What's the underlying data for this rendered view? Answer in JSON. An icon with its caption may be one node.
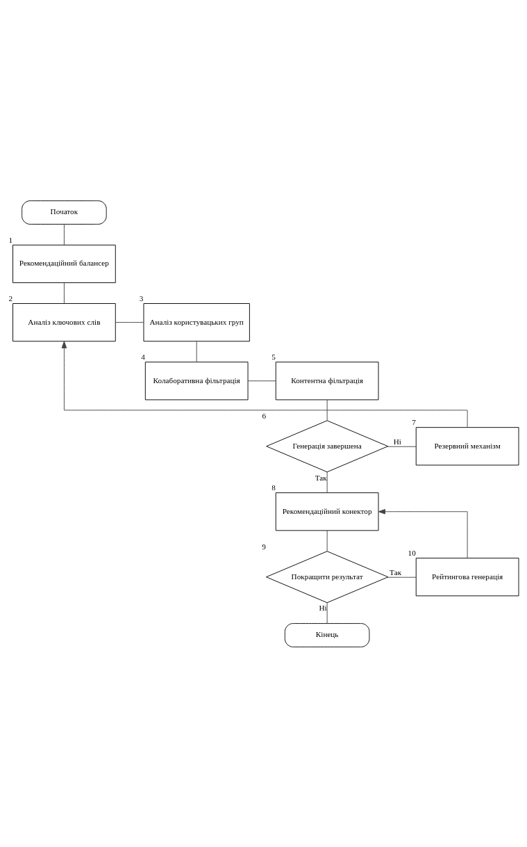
{
  "diagram": {
    "nodes": [
      {
        "text": [
          "Початок"
        ]
      },
      {
        "text": [
          "Рекомендаційний балансер"
        ],
        "beside": [
          "1"
        ]
      },
      {
        "text": [
          "Аналіз ключових слів"
        ],
        "beside": [
          "2"
        ]
      },
      {
        "text": [
          "Аналіз користувацьких груп"
        ],
        "beside": [
          "3"
        ]
      },
      {
        "text": [
          "Колаборативна фільтрація"
        ],
        "beside": [
          "4"
        ]
      },
      {
        "text": [
          "Контентна фільтрація"
        ],
        "beside": [
          "5"
        ]
      },
      {
        "text": [
          "Генерація завершена"
        ],
        "beside": [
          "6"
        ]
      },
      {
        "text": [
          "Резервний механізм"
        ],
        "beside": [
          "7"
        ]
      },
      {
        "text": [
          "Рекомендаційний конектор"
        ],
        "beside": [
          "8"
        ]
      },
      {
        "text": [
          "Покращити результат"
        ],
        "beside": [
          "9"
        ]
      },
      {
        "text": [
          "Рейтингова генерація"
        ],
        "beside": [
          "10"
        ]
      },
      {
        "text": [
          "Кінець"
        ]
      }
    ],
    "edges": [
      {
        "from": 0,
        "to": 1,
        "arrow": "none"
      },
      {
        "from": 1,
        "to": 2,
        "arrow": "none"
      },
      {
        "from": 2,
        "to": 3,
        "arrow": "none"
      },
      {
        "from": 3,
        "to": 4,
        "arrow": "none"
      },
      {
        "from": 4,
        "to": 5,
        "arrow": "none"
      },
      {
        "from": 5,
        "to": 6,
        "arrow": "none"
      },
      {
        "from": 6,
        "to": 7,
        "arrow": "none",
        "label": "Ні"
      },
      {
        "from": 7,
        "to": 2,
        "arrow": "to"
      },
      {
        "from": 6,
        "to": 8,
        "arrow": "none",
        "label": "Так"
      },
      {
        "from": 8,
        "to": 9,
        "arrow": "none"
      },
      {
        "from": 9,
        "to": 10,
        "arrow": "none",
        "label": "Так"
      },
      {
        "from": 10,
        "to": 8,
        "arrow": "to"
      },
      {
        "from": 9,
        "to": 11,
        "arrow": "none",
        "label": "Ні"
      }
    ]
  }
}
